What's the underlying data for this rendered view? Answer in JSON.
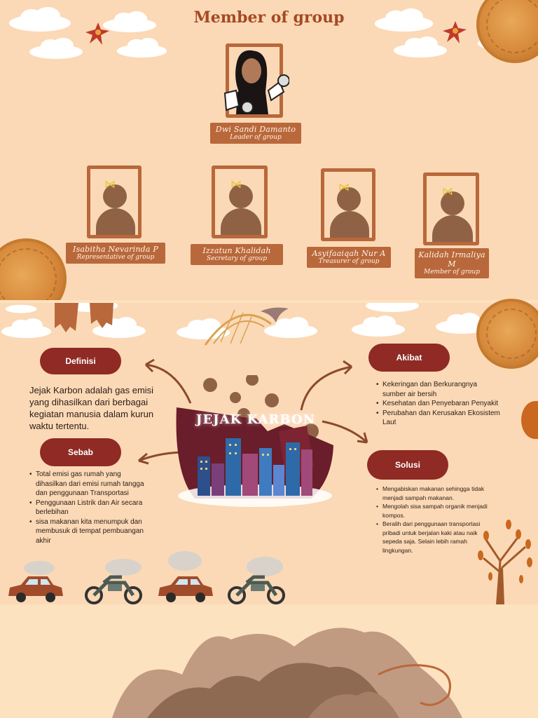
{
  "members": {
    "title": "Member of group",
    "leader": {
      "name": "Dwi Sandi Damanto",
      "role": "Leader of group"
    },
    "list": [
      {
        "name": "Isabitha Nevarinda P",
        "role": "Representative of group"
      },
      {
        "name": "Izzatun Khalidah",
        "role": "Secretary of group"
      },
      {
        "name": "Asyifaaiqah Nur A",
        "role": "Treasurer of group"
      },
      {
        "name": "Kalidah Irmaliya M",
        "role": "Member of group"
      }
    ]
  },
  "carbon": {
    "center_title": "JEJAK KARBON",
    "definisi": {
      "label": "Definisi",
      "text": "Jejak Karbon adalah gas emisi yang dihasilkan dari berbagai kegiatan manusia dalam kurun waktu tertentu."
    },
    "sebab": {
      "label": "Sebab",
      "items": [
        "Total emisi gas rumah yang dihasilkan dari emisi rumah tangga dan penggunaan Transportasi",
        "Penggunaan Listrik dan Air secara berlebihan",
        "sisa makanan kita menumpuk dan membusuk di tempat pembuangan akhir"
      ]
    },
    "akibat": {
      "label": "Akibat",
      "items": [
        "Kekeringan dan Berkurangnya sumber air bersih",
        "Kesehatan dan Penyebaran Penyakit",
        "Perubahan dan Kerusakan Ekosistem Laut"
      ]
    },
    "solusi": {
      "label": "Solusi",
      "items": [
        "Mengabiskan makanan sehingga tidak menjadi sampah makanan.",
        "Mengolah sisa sampah organik menjadi kompos.",
        "Beralih dari penggunaan transportasi pribadi untuk berjalan kaki atau naik sepeda saja. Selain lebih ramah lingkungan."
      ]
    }
  },
  "colors": {
    "background": "#fbd9b6",
    "pill": "#8f2a24",
    "frame": "#b9683b",
    "title": "#a34a24"
  }
}
